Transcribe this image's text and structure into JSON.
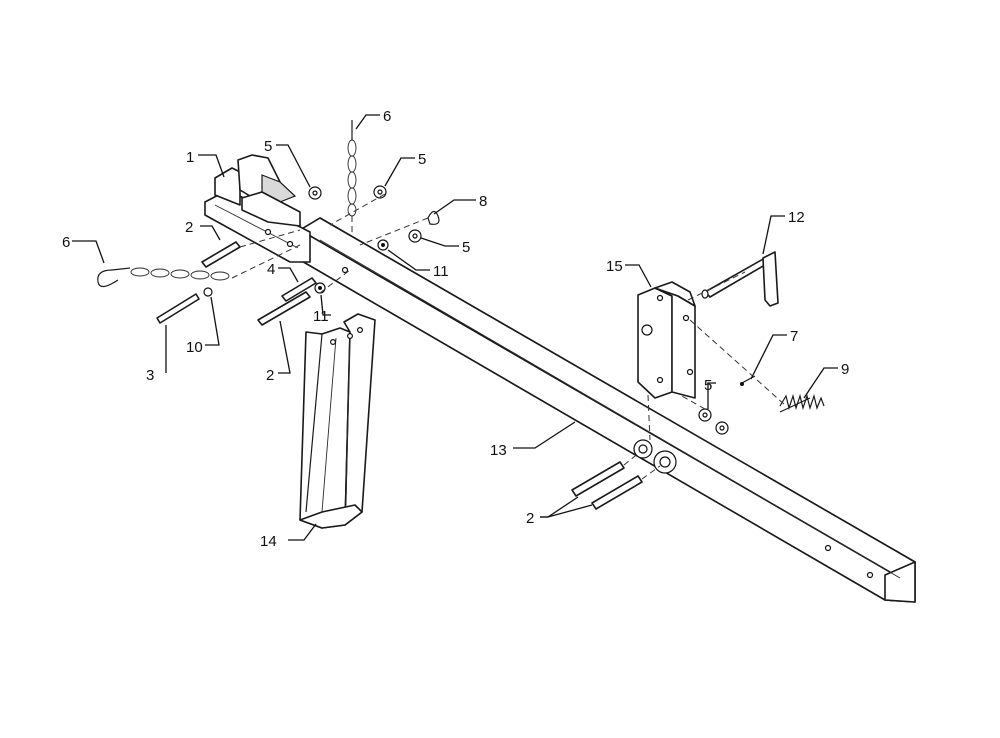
{
  "callouts": [
    {
      "id": "c1",
      "text": "1"
    },
    {
      "id": "c2a",
      "text": "2"
    },
    {
      "id": "c2b",
      "text": "2"
    },
    {
      "id": "c2c",
      "text": "2"
    },
    {
      "id": "c3",
      "text": "3"
    },
    {
      "id": "c4",
      "text": "4"
    },
    {
      "id": "c5a",
      "text": "5"
    },
    {
      "id": "c5b",
      "text": "5"
    },
    {
      "id": "c5c",
      "text": "5"
    },
    {
      "id": "c5d",
      "text": "5"
    },
    {
      "id": "c6a",
      "text": "6"
    },
    {
      "id": "c6b",
      "text": "6"
    },
    {
      "id": "c7",
      "text": "7"
    },
    {
      "id": "c8",
      "text": "8"
    },
    {
      "id": "c9",
      "text": "9"
    },
    {
      "id": "c10",
      "text": "10"
    },
    {
      "id": "c11a",
      "text": "11"
    },
    {
      "id": "c11b",
      "text": "11"
    },
    {
      "id": "c12",
      "text": "12"
    },
    {
      "id": "c13",
      "text": "13"
    },
    {
      "id": "c14",
      "text": "14"
    },
    {
      "id": "c15",
      "text": "15"
    }
  ],
  "colors": {
    "line": "#1a1a1a",
    "background": "#ffffff"
  }
}
